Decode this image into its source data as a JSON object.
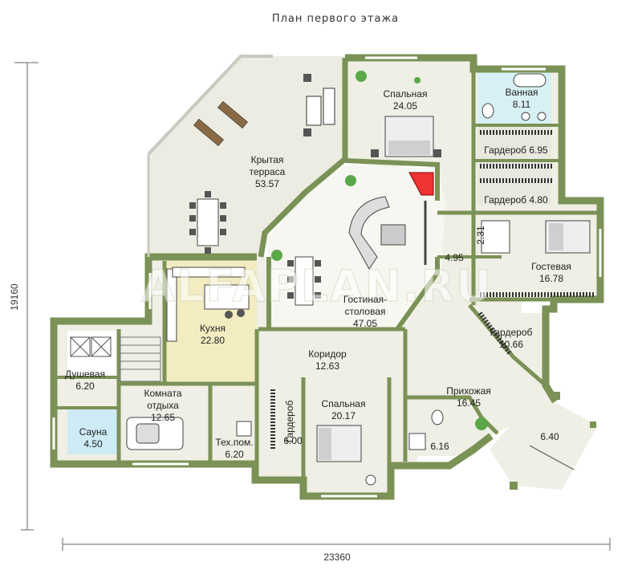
{
  "title": "План первого этажа",
  "dimensions": {
    "width": "23360",
    "height": "19160"
  },
  "watermark": "ALFAPLAN.RU",
  "rooms": {
    "bedroom_top": {
      "name": "Спальная",
      "area": "24.05"
    },
    "bathroom": {
      "name": "Ванная",
      "area": "8.11"
    },
    "wardrobe1": {
      "name": "Гардероб 6.95"
    },
    "wardrobe2": {
      "name": "Гардероб 4.80"
    },
    "terrace": {
      "name1": "Крытая",
      "name2": "терраса",
      "area": "53.57"
    },
    "hall_small": {
      "area": "4.95"
    },
    "small_231": {
      "area": "2.31"
    },
    "guest": {
      "name": "Гостевая",
      "area": "16.78"
    },
    "living": {
      "name1": "Гостиная-",
      "name2": "столовая",
      "area": "47.05"
    },
    "kitchen": {
      "name": "Кухня",
      "area": "22.80"
    },
    "wardrobe3": {
      "name": "Гардероб",
      "area": "10.66"
    },
    "corridor": {
      "name": "Коридор",
      "area": "12.63"
    },
    "entrance": {
      "name": "Прихожая",
      "area": "16.45"
    },
    "shower": {
      "name": "Душевая",
      "area": "6.20"
    },
    "sauna": {
      "name": "Сауна",
      "area": "4.50"
    },
    "rest": {
      "name1": "Комната",
      "name2": "отдыха",
      "area": "12.65"
    },
    "tech": {
      "name": "Тех.пом.",
      "area": "6.20"
    },
    "wardrobe4": {
      "name": "Гардероб",
      "area": "6.00"
    },
    "bedroom_bottom": {
      "name": "Спальная",
      "area": "20.17"
    },
    "wc": {
      "area": "6.16"
    },
    "porch": {
      "area": "6.40"
    }
  },
  "colors": {
    "wall": "#7b9256",
    "floor": "#efefe6",
    "kitchen": "#f2ecc0",
    "bath": "#d7f0f4",
    "sauna": "#cdeaf5",
    "wardrobe_floor": "#e8e8df"
  }
}
